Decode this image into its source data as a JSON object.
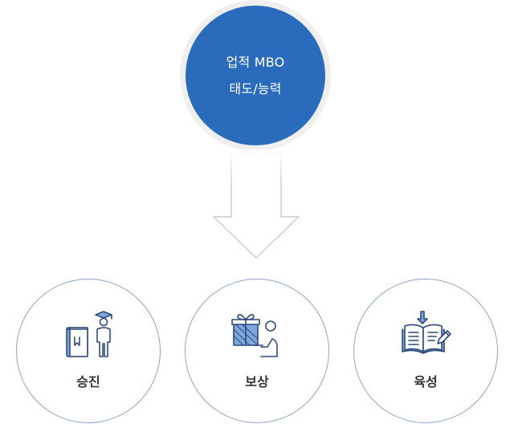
{
  "center": {
    "line1": "업적 MBO",
    "line2": "태도/능력"
  },
  "nodes": [
    {
      "label": "승진",
      "icon": "promotion-graduate-book-icon"
    },
    {
      "label": "보상",
      "icon": "reward-gift-person-icon"
    },
    {
      "label": "육성",
      "icon": "development-open-book-pencil-icon"
    }
  ],
  "colors": {
    "center_fill": "#2a6bbb",
    "center_ring": "#efefef",
    "node_border": "#8aa3cc",
    "icon_stroke": "#2f4a7a",
    "icon_fill": "#7fa6dd",
    "arrow_stroke": "#b9c4d6"
  }
}
